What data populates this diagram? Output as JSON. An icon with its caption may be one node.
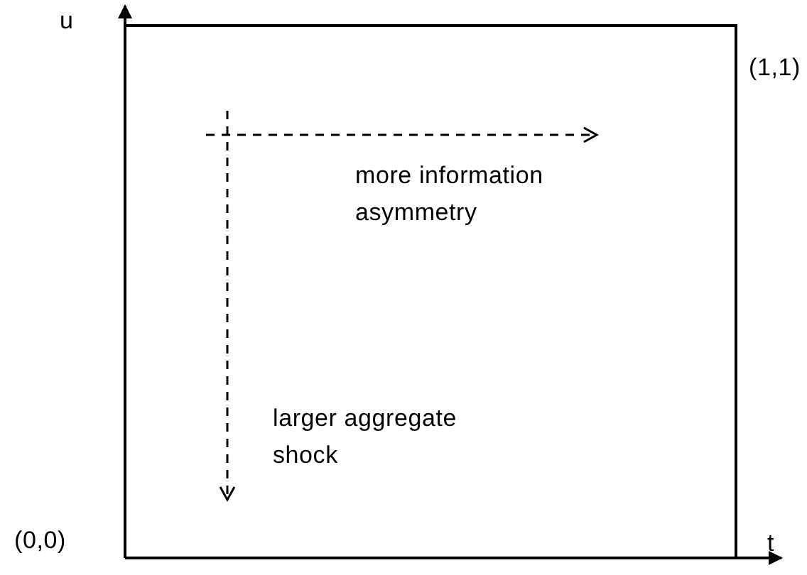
{
  "diagram": {
    "labels": [
      "u",
      "(1,1)",
      "more information asymmetry",
      "larger aggregate shock",
      "(0,0)",
      "t"
    ]
  }
}
